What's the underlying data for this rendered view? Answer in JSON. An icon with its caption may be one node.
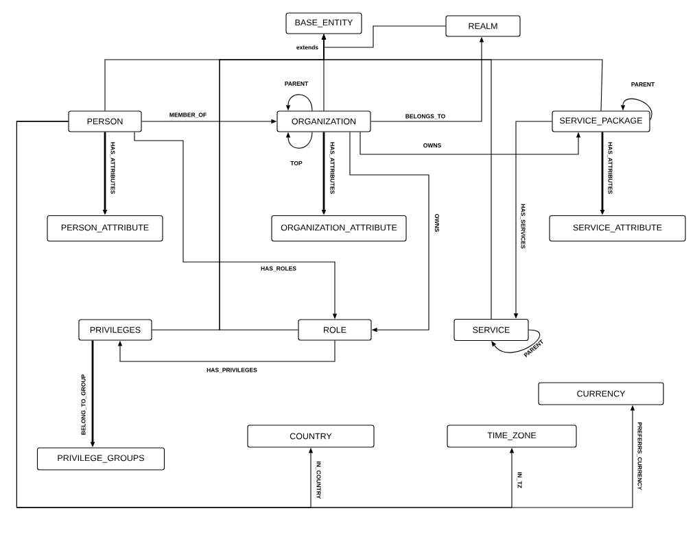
{
  "diagram": {
    "nodes": [
      {
        "text": [
          "BASE_ENTITY"
        ]
      },
      {
        "text": [
          "REALM"
        ]
      },
      {
        "text": [
          "PERSON"
        ]
      },
      {
        "text": [
          "ORGANIZATION"
        ]
      },
      {
        "text": [
          "SERVICE_PACKAGE"
        ]
      },
      {
        "text": [
          "PERSON_ATTRIBUTE"
        ]
      },
      {
        "text": [
          "ORGANIZATION_ATTRIBUTE"
        ]
      },
      {
        "text": [
          "SERVICE_ATTRIBUTE"
        ]
      },
      {
        "text": [
          "ROLE"
        ]
      },
      {
        "text": [
          "PRIVILEGES"
        ]
      },
      {
        "text": [
          "SERVICE"
        ]
      },
      {
        "text": [
          "CURRENCY"
        ]
      },
      {
        "text": [
          "COUNTRY"
        ]
      },
      {
        "text": [
          "TIME_ZONE"
        ]
      },
      {
        "text": [
          "PRIVILEGE_GROUPS"
        ]
      }
    ],
    "edges": [
      {
        "from": 3,
        "to": 0,
        "arrow": "to",
        "label": "extends"
      },
      {
        "from": 1,
        "to": 0,
        "arrow": "to"
      },
      {
        "from": 2,
        "to": 0,
        "arrow": "to"
      },
      {
        "from": 4,
        "to": 0,
        "arrow": "to"
      },
      {
        "from": 9,
        "to": 0,
        "arrow": "to"
      },
      {
        "from": 8,
        "to": 0,
        "arrow": "to"
      },
      {
        "from": 10,
        "to": 0,
        "arrow": "to"
      },
      {
        "from": 3,
        "to": 3,
        "arrow": "to",
        "label": "PARENT"
      },
      {
        "from": 3,
        "to": 3,
        "arrow": "to",
        "label": "TOP"
      },
      {
        "from": 2,
        "to": 3,
        "arrow": "to",
        "label": "MEMBER_OF"
      },
      {
        "from": 3,
        "to": 1,
        "arrow": "to",
        "label": "BELONGS_TO"
      },
      {
        "from": 3,
        "to": 4,
        "arrow": "to",
        "label": "OWNS"
      },
      {
        "from": 4,
        "to": 4,
        "arrow": "to",
        "label": "PARENT"
      },
      {
        "from": 2,
        "to": 5,
        "arrow": "to",
        "label": "HAS_ATTRIBUTES",
        "style": "thick"
      },
      {
        "from": 3,
        "to": 6,
        "arrow": "to",
        "label": "HAS_ATTRIBUTES",
        "style": "thick"
      },
      {
        "from": 4,
        "to": 7,
        "arrow": "to",
        "label": "HAS_ATTRIBUTES",
        "style": "thick"
      },
      {
        "from": 2,
        "to": 8,
        "arrow": "to",
        "label": "HAS_ROLES"
      },
      {
        "from": 3,
        "to": 8,
        "arrow": "to",
        "label": "OWNS"
      },
      {
        "from": 4,
        "to": 10,
        "arrow": "to",
        "label": "HAS_SERVICES"
      },
      {
        "from": 10,
        "to": 10,
        "arrow": "to",
        "label": "PARENT"
      },
      {
        "from": 8,
        "to": 9,
        "arrow": "to",
        "label": "HAS_PRIVILEGES"
      },
      {
        "from": 9,
        "to": 14,
        "arrow": "to",
        "label": "BELONG_TO_GROUP",
        "style": "thick"
      },
      {
        "from": 2,
        "to": 12,
        "arrow": "to",
        "label": "IN_COUNTRY"
      },
      {
        "from": 2,
        "to": 13,
        "arrow": "to",
        "label": "IN_TZ"
      },
      {
        "from": 2,
        "to": 11,
        "arrow": "to",
        "label": "PREFERRS_CURRENCY"
      }
    ]
  }
}
